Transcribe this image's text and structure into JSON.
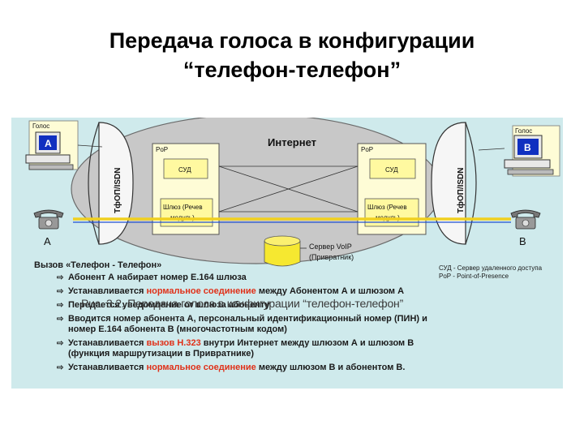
{
  "title": {
    "line1": "Передача голоса в конфигурации",
    "line2": "“телефон-телефон”"
  },
  "diagram": {
    "internet_label": "Интернет",
    "pop_label": "PoP",
    "sud_label": "СУД",
    "gateway_label_1": "Шлюз (Речев",
    "gateway_label_2": "модуль)",
    "server_label_1": "Сервер VoIP",
    "server_label_2": "(Привратник)",
    "line_label": "ТфОП/ISDN",
    "voice_label": "Голос",
    "terminal_a": "A",
    "terminal_b": "B",
    "phone_a": "A",
    "phone_b": "B"
  },
  "legend": {
    "heading": "Вызов «Телефон - Телефон»",
    "steps": [
      {
        "parts": [
          {
            "text": "Абонент А набирает номер Е.164 шлюза",
            "highlight": false
          }
        ]
      },
      {
        "parts": [
          {
            "text": "Устанавливается ",
            "highlight": false
          },
          {
            "text": "нормальное соединение",
            "highlight": true
          },
          {
            "text": " между Абонентом А и шлюзом А",
            "highlight": false
          }
        ]
      },
      {
        "parts": [
          {
            "text": "Передается уведомление от шлюза абоненту",
            "highlight": false
          }
        ]
      },
      {
        "parts": [
          {
            "text": "Вводится номер абонента А, персональный идентификационный номер (ПИН) и",
            "highlight": false
          }
        ],
        "line2": "номер Е.164 абонента В (многочастотным кодом)"
      },
      {
        "parts": [
          {
            "text": "Устанавливается ",
            "highlight": false
          },
          {
            "text": "вызов Н.323",
            "highlight": true
          },
          {
            "text": " внутри Интернет между шлюзом А и шлюзом В",
            "highlight": false
          }
        ],
        "line2": "(функция маршрутизации в Привратнике)"
      },
      {
        "parts": [
          {
            "text": "Устанавливается ",
            "highlight": false
          },
          {
            "text": "нормальное соединение",
            "highlight": true
          },
          {
            "text": " между шлюзом В и абонентом В.",
            "highlight": false
          }
        ]
      }
    ],
    "abbr_line1": "СУД - Сервер удаленного доступа",
    "abbr_line2": "PoP - Point-of-Presence"
  },
  "caption": "Рис. 3.2. Передача голоса в конфигурации “телефон-телефон”",
  "colors": {
    "figure_bg": "#cfeaec",
    "box_fill": "#fefcd6",
    "highlight_red": "#e03018",
    "voice_line": "#f0d020",
    "blue_line": "#2050d0",
    "screen_blue": "#1030c0"
  },
  "icons": [
    "computer-terminal-icon",
    "telephone-icon",
    "database-cylinder-icon"
  ]
}
